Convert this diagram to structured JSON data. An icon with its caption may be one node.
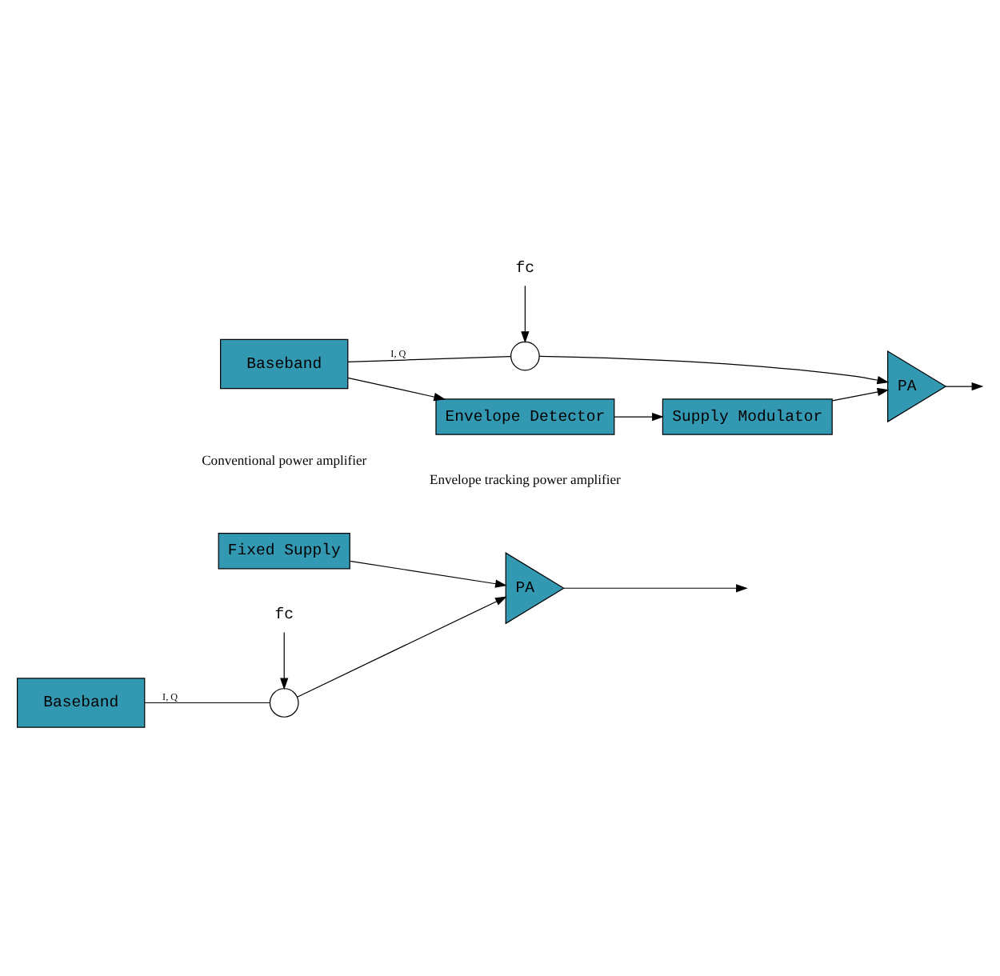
{
  "diagram": {
    "nodes": [
      {
        "text": [
          "Fixed Supply"
        ]
      },
      {
        "text": [
          "Baseband"
        ]
      },
      {
        "text": [],
        "shape": "circle"
      },
      {
        "text": [
          "PA"
        ]
      },
      {
        "text": [
          "fc"
        ]
      },
      {
        "text": [
          "Envelope Detector"
        ]
      },
      {
        "text": [
          "Supply Modulator"
        ]
      },
      {
        "text": [
          "Baseband"
        ]
      },
      {
        "text": [],
        "shape": "circle"
      },
      {
        "text": [
          "PA"
        ]
      },
      {
        "text": [
          "fc"
        ]
      }
    ],
    "edges": [
      {
        "from": 1,
        "to": 2,
        "arrow": "none",
        "label": "I, Q"
      },
      {
        "from": 2,
        "to": 3,
        "arrow": "to"
      },
      {
        "from": 0,
        "to": 3,
        "arrow": "to"
      },
      {
        "from": 3,
        "to": null,
        "arrow": "to"
      },
      {
        "from": 4,
        "to": 2,
        "arrow": "to"
      },
      {
        "from": 7,
        "to": 8,
        "arrow": "none",
        "label": "I, Q"
      },
      {
        "from": 7,
        "to": 5,
        "arrow": "to"
      },
      {
        "from": 5,
        "to": 6,
        "arrow": "to"
      },
      {
        "from": 6,
        "to": 9,
        "arrow": "to"
      },
      {
        "from": 8,
        "to": 9,
        "arrow": "to"
      },
      {
        "from": 9,
        "to": null,
        "arrow": "to"
      },
      {
        "from": 10,
        "to": 8,
        "arrow": "to"
      }
    ],
    "labels": [
      "Conventional power amplifier",
      "Envelope tracking power amplifier"
    ]
  }
}
